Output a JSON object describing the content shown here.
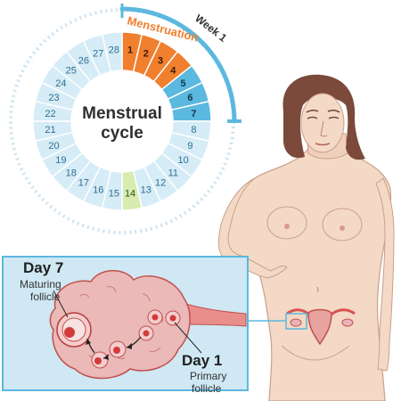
{
  "cycle": {
    "center_line1": "Menstrual",
    "center_line2": "cycle",
    "week_label": "Week 1",
    "menstruation_label": "Menstruation",
    "days": [
      "1",
      "2",
      "3",
      "4",
      "5",
      "6",
      "7",
      "8",
      "9",
      "10",
      "11",
      "12",
      "13",
      "14",
      "15",
      "16",
      "17",
      "18",
      "19",
      "20",
      "21",
      "22",
      "23",
      "24",
      "25",
      "26",
      "27",
      "28"
    ],
    "total_days": 28,
    "menstruation_days": [
      1,
      2,
      3,
      4
    ],
    "highlight_days": [
      5,
      6,
      7
    ],
    "ovulation_day": 14
  },
  "inset": {
    "day7_label": "Day 7",
    "day7_desc_line1": "Maturing",
    "day7_desc_line2": "follicle",
    "day1_label": "Day 1",
    "day1_desc_line1": "Primary",
    "day1_desc_line2": "follicle"
  },
  "colors": {
    "menstruation": "#f07f2e",
    "week_arc": "#5bb8df",
    "highlight": "#5bb8df",
    "normal_day": "#d6ecf7",
    "ovulation": "#d7ecb0",
    "inset_bg": "#cfe8f3",
    "skin": "#f4d9c6",
    "hair": "#7b4a3a",
    "ovary": "#e9b5b6",
    "follicle": "#d33a3a"
  }
}
